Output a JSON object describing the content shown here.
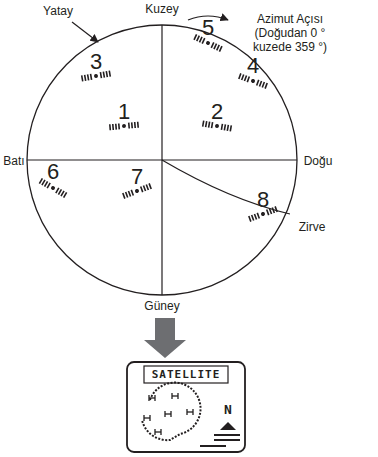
{
  "diagram": {
    "labels": [
      "Yatay",
      "Kuzey",
      "Azimut Açısı (Doğudan 0 ° kuzede 359 °)",
      "Batı",
      "Doğu",
      "Zirve",
      "Güney",
      "1",
      "2",
      "3",
      "4",
      "5",
      "6",
      "7",
      "8",
      "SATELLITE",
      "N"
    ]
  }
}
